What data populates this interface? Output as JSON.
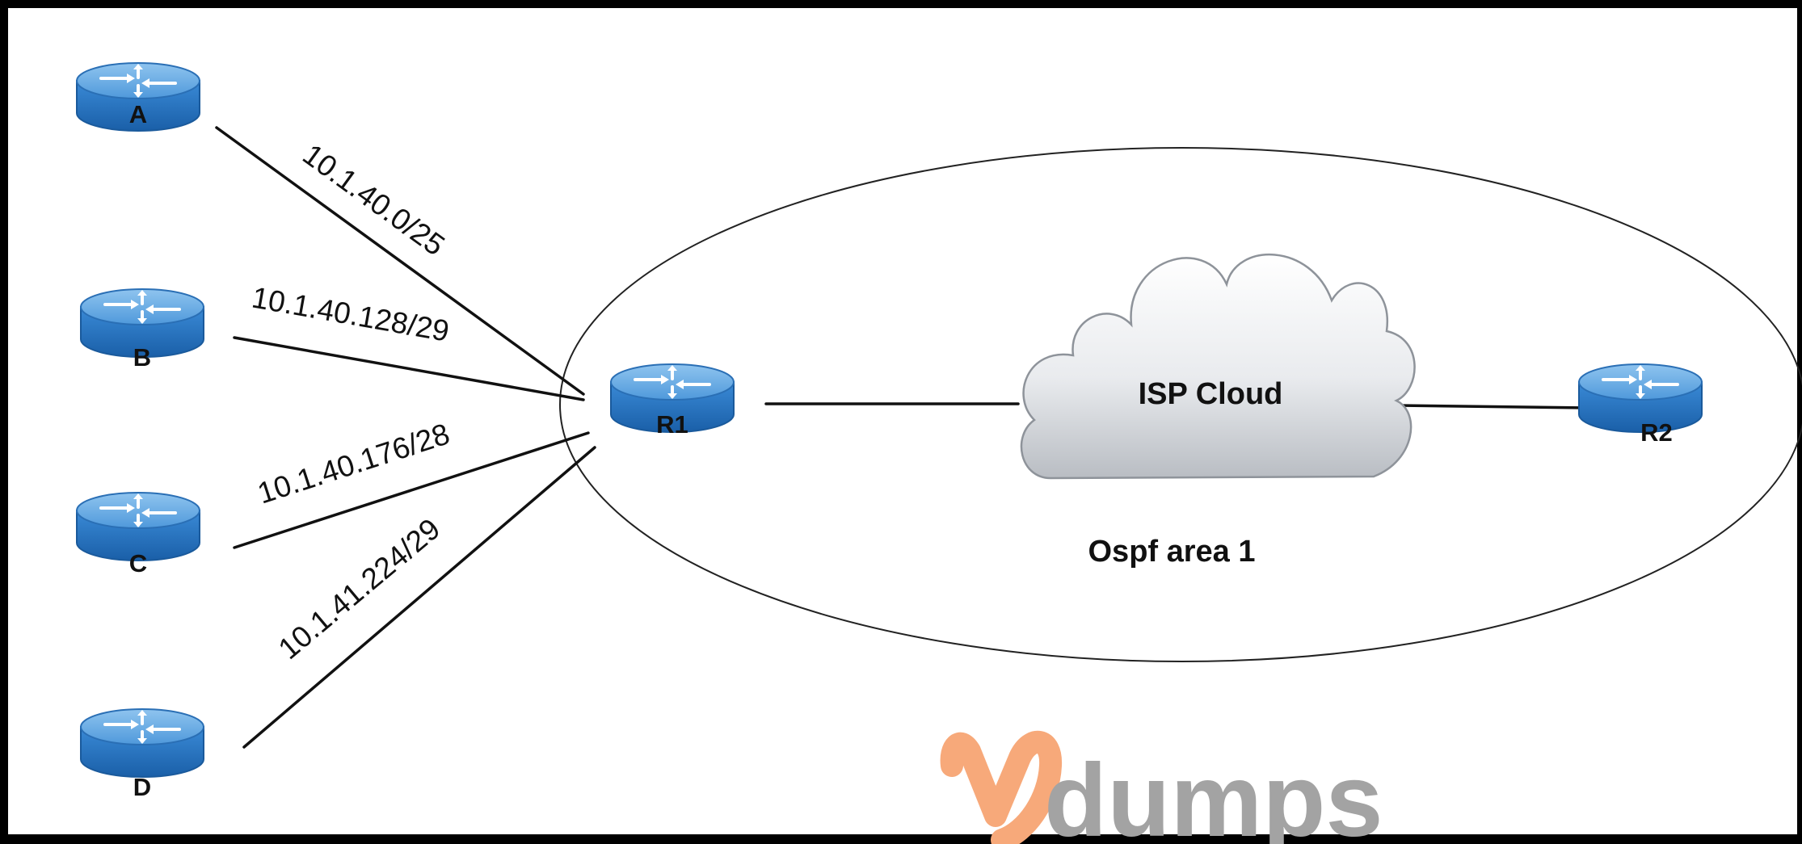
{
  "diagram": {
    "routers": [
      {
        "id": "A",
        "label": "A"
      },
      {
        "id": "B",
        "label": "B"
      },
      {
        "id": "C",
        "label": "C"
      },
      {
        "id": "D",
        "label": "D"
      },
      {
        "id": "R1",
        "label": "R1"
      },
      {
        "id": "R2",
        "label": "R2"
      }
    ],
    "links": [
      {
        "from": "A",
        "to": "R1",
        "label": "10.1.40.0/25"
      },
      {
        "from": "B",
        "to": "R1",
        "label": "10.1.40.128/29"
      },
      {
        "from": "C",
        "to": "R1",
        "label": "10.1.40.176/28"
      },
      {
        "from": "D",
        "to": "R1",
        "label": "10.1.41.224/29"
      },
      {
        "from": "R1",
        "to": "ISP Cloud",
        "label": ""
      },
      {
        "from": "ISP Cloud",
        "to": "R2",
        "label": ""
      }
    ],
    "cloud_label": "ISP Cloud",
    "area_label": "Ospf area 1"
  },
  "watermark": {
    "text": "dumps",
    "colors": {
      "mark": "#f7a97a",
      "text": "#a3a3a3"
    }
  },
  "colors": {
    "router_top": "#5aa3e0",
    "router_side": "#1f70bf",
    "line": "#111111"
  }
}
